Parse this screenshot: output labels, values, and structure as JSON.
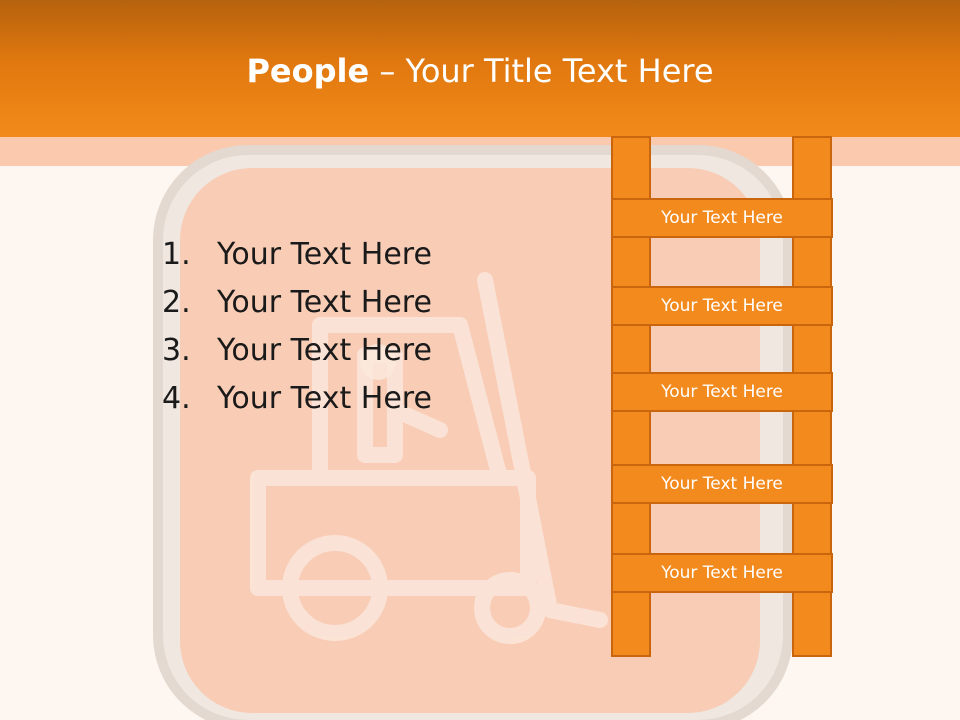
{
  "slide": {
    "title_bold": "People",
    "title_rest": " – Your Title Text Here",
    "list": [
      {
        "num": "1.",
        "text": "Your Text Here"
      },
      {
        "num": "2.",
        "text": "Your Text Here"
      },
      {
        "num": "3.",
        "text": "Your Text Here"
      },
      {
        "num": "4.",
        "text": "Your Text Here"
      }
    ],
    "ladder_rungs": [
      "Your Text Here",
      "Your Text Here",
      "Your Text Here",
      "Your Text Here",
      "Your Text Here"
    ]
  },
  "colors": {
    "accent": "#f28a1e",
    "accent_dark": "#c9650d",
    "stripe": "#fbc9ae",
    "background": "#fdf6f1"
  },
  "icons": [
    "forklift-icon"
  ]
}
